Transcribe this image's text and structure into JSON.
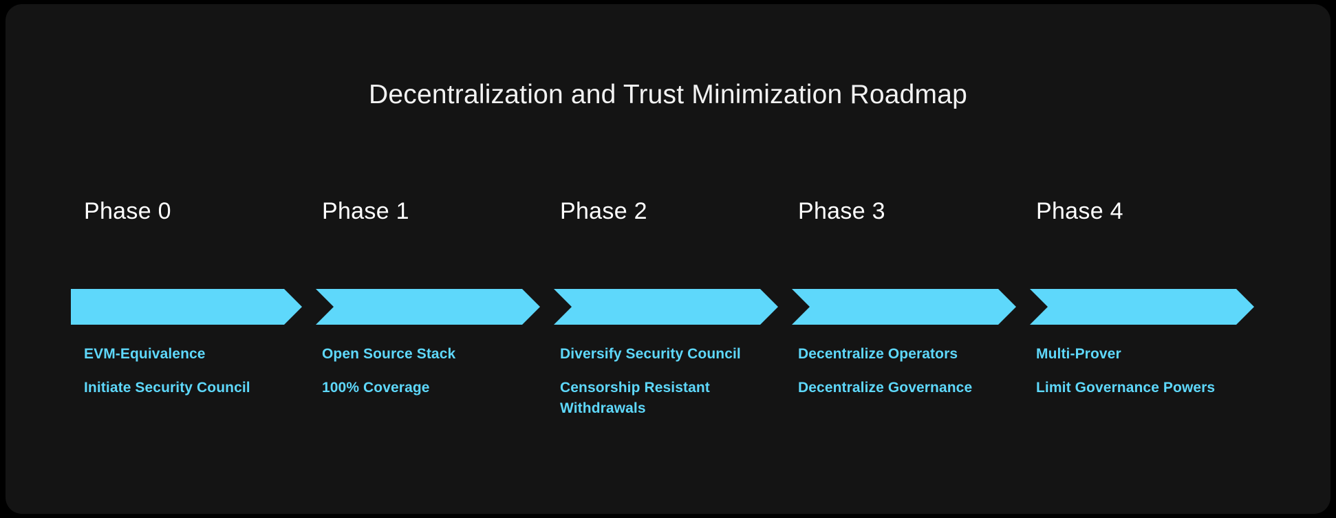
{
  "title": "Decentralization and Trust Minimization Roadmap",
  "colors": {
    "background": "#000000",
    "panel": "#141414",
    "accent": "#5ed8fb",
    "title_text": "#f2f2f2",
    "phase_label_text": "#ffffff"
  },
  "phases": [
    {
      "label": "Phase 0",
      "items": [
        "EVM-Equivalence",
        "Initiate Security Council"
      ]
    },
    {
      "label": "Phase 1",
      "items": [
        "Open Source Stack",
        "100% Coverage"
      ]
    },
    {
      "label": "Phase 2",
      "items": [
        "Diversify Security Council",
        "Censorship Resistant Withdrawals"
      ]
    },
    {
      "label": "Phase 3",
      "items": [
        "Decentralize Operators",
        "Decentralize Governance"
      ]
    },
    {
      "label": "Phase 4",
      "items": [
        "Multi-Prover",
        "Limit Governance Powers"
      ]
    }
  ]
}
